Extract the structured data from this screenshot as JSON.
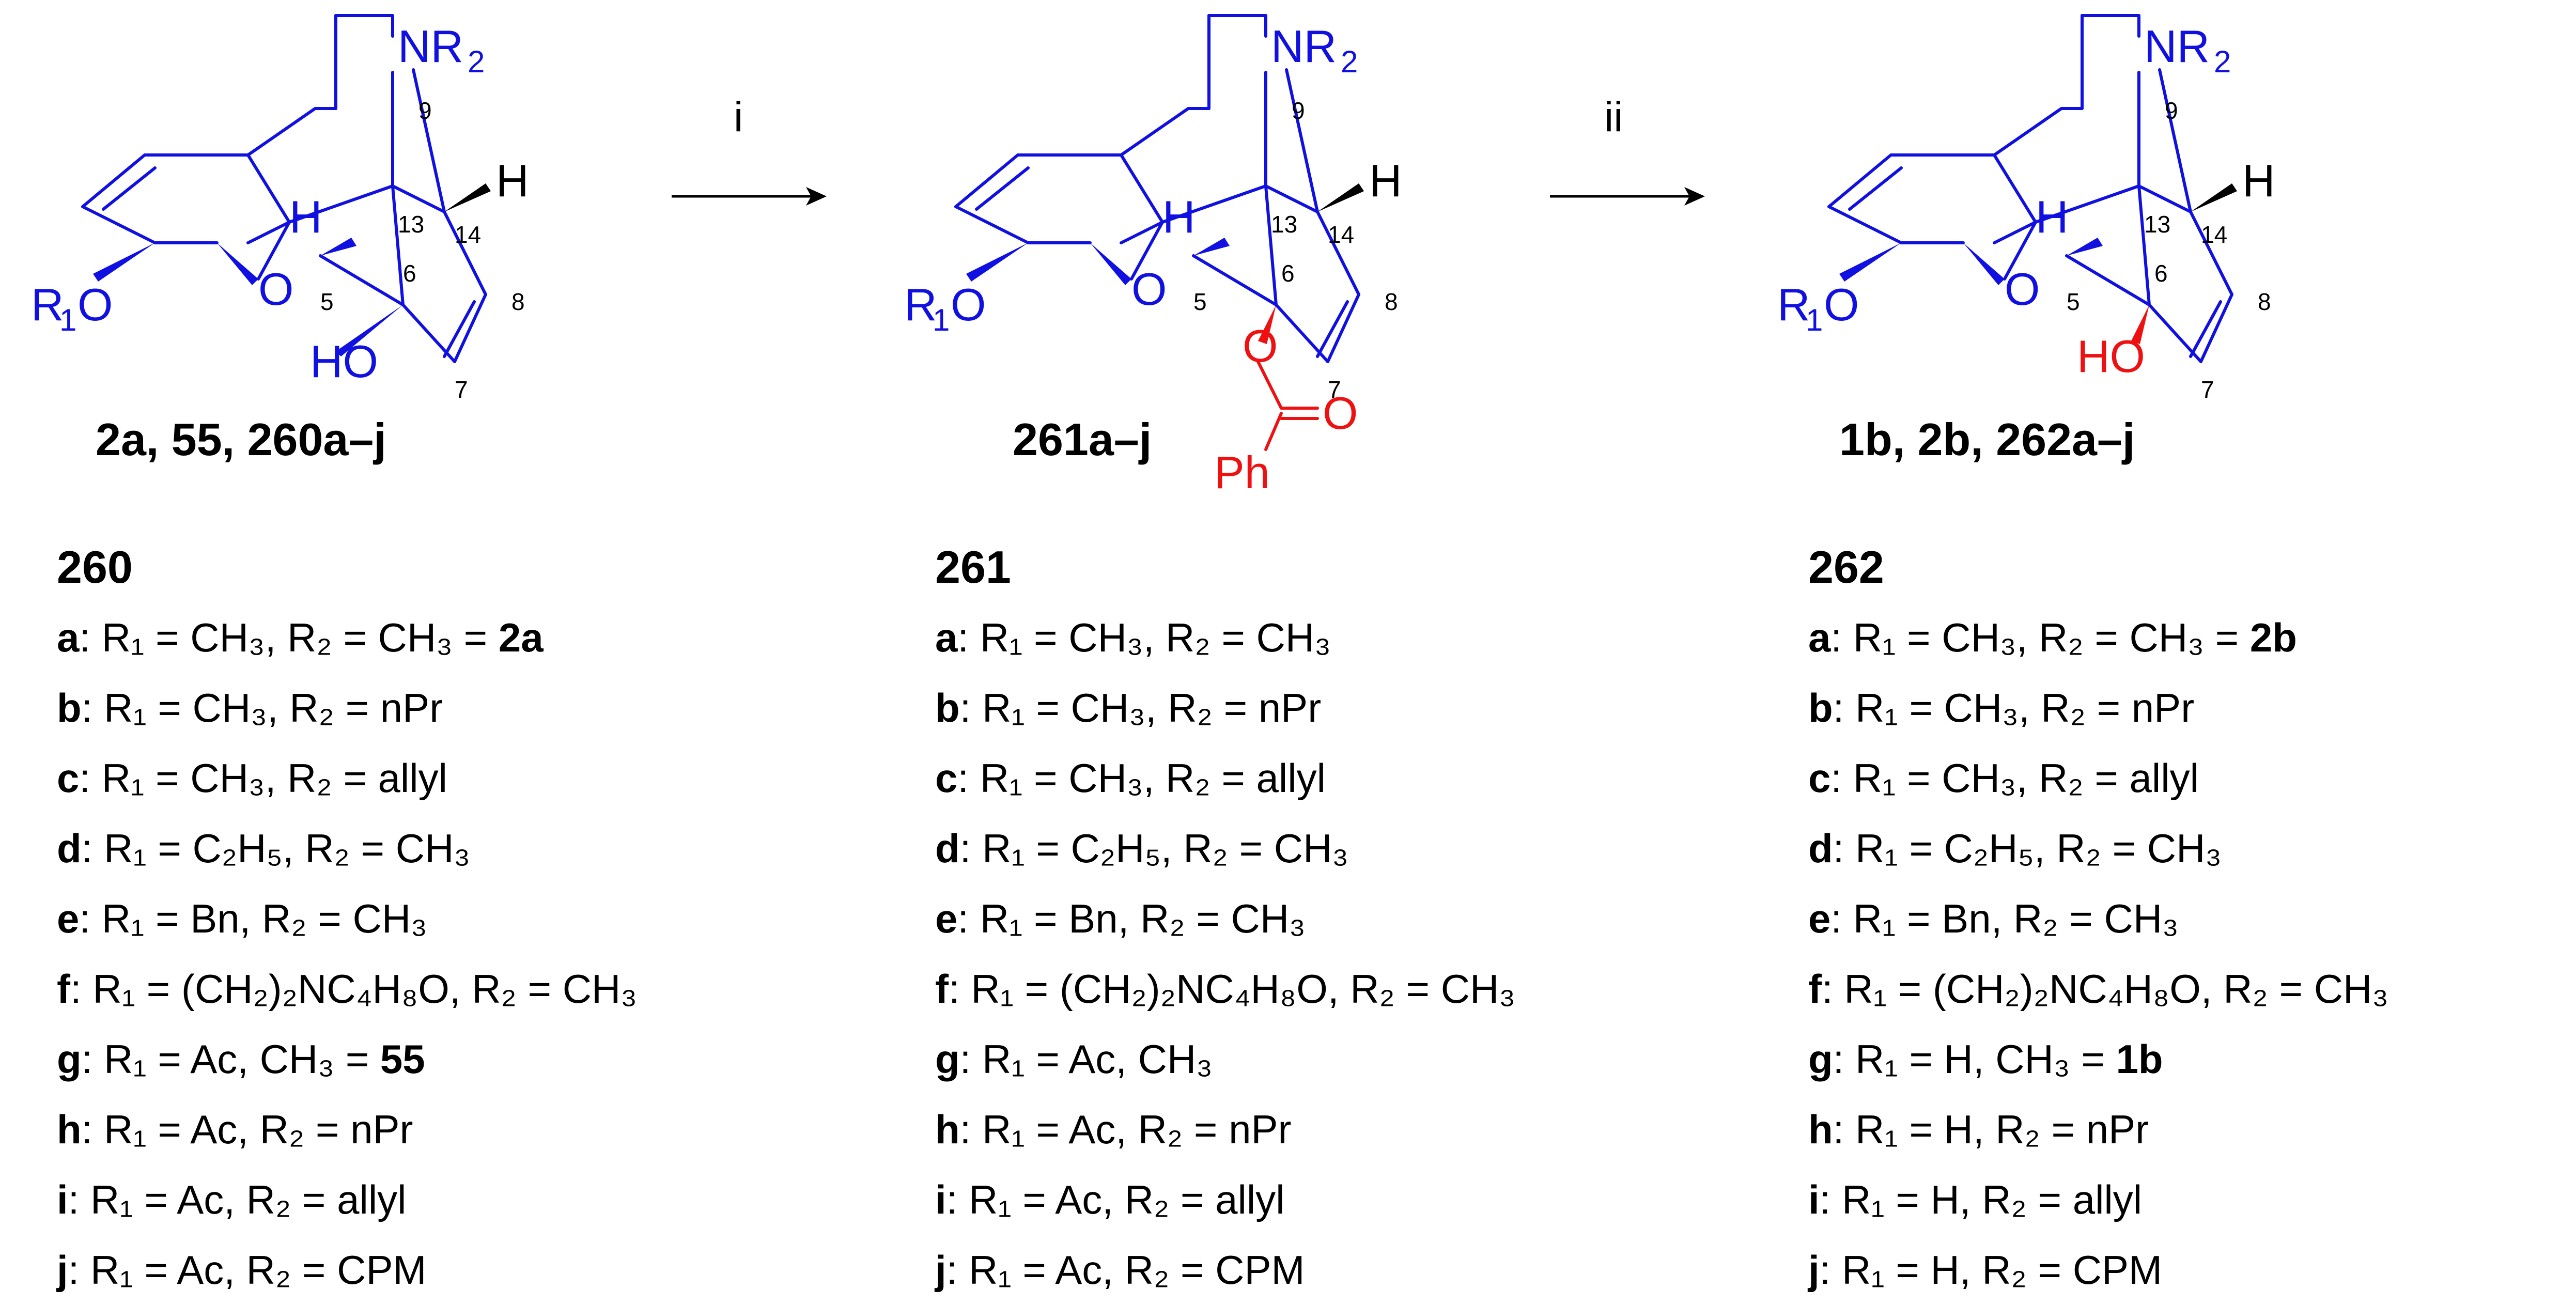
{
  "colors": {
    "core": "#1010e0",
    "highlight": "#ee1111",
    "text": "#000000"
  },
  "atoms": {
    "amine": "NR",
    "amine_sub": "2",
    "ring_o": "O",
    "ether_r": "R",
    "ether_r_sub": "1",
    "ether_o": "O",
    "h": "H",
    "h5": "H",
    "hydroxy": "HO",
    "hydroxy_r": "HO",
    "ester_o": "O",
    "carbonyl_o": "O",
    "phenyl": "Ph"
  },
  "locants": {
    "c9": "9",
    "c13": "13",
    "c14": "14",
    "c5": "5",
    "c6": "6",
    "c7": "7",
    "c8": "8"
  },
  "reaction": {
    "step1": "i",
    "step2": "ii"
  },
  "compounds": [
    {
      "label": "2a, 55, 260a–j"
    },
    {
      "label": "261a–j"
    },
    {
      "label": "1b, 2b, 262a–j"
    }
  ],
  "tables": [
    {
      "header": "260",
      "rows": [
        {
          "key": "a",
          "text": ": R₁ = CH₃, R₂ = CH₃ = ",
          "ref": "2a"
        },
        {
          "key": "b",
          "text": ": R₁ = CH₃, R₂ = nPr",
          "ref": ""
        },
        {
          "key": "c",
          "text": ": R₁ = CH₃, R₂ = allyl",
          "ref": ""
        },
        {
          "key": "d",
          "text": ": R₁ = C₂H₅, R₂ = CH₃",
          "ref": ""
        },
        {
          "key": "e",
          "text": ": R₁ = Bn, R₂ = CH₃",
          "ref": ""
        },
        {
          "key": "f",
          "text": ": R₁ = (CH₂)₂NC₄H₈O, R₂ = CH₃",
          "ref": ""
        },
        {
          "key": "g",
          "text": ": R₁ = Ac, CH₃ = ",
          "ref": "55"
        },
        {
          "key": "h",
          "text": ": R₁ = Ac, R₂ = nPr",
          "ref": ""
        },
        {
          "key": "i",
          "text": ": R₁ = Ac, R₂ = allyl",
          "ref": ""
        },
        {
          "key": "j",
          "text": ": R₁ = Ac, R₂ = CPM",
          "ref": ""
        }
      ]
    },
    {
      "header": "261",
      "rows": [
        {
          "key": "a",
          "text": ": R₁ = CH₃, R₂ = CH₃",
          "ref": ""
        },
        {
          "key": "b",
          "text": ": R₁ = CH₃, R₂ = nPr",
          "ref": ""
        },
        {
          "key": "c",
          "text": ": R₁ = CH₃, R₂ = allyl",
          "ref": ""
        },
        {
          "key": "d",
          "text": ": R₁ = C₂H₅, R₂ = CH₃",
          "ref": ""
        },
        {
          "key": "e",
          "text": ": R₁ = Bn, R₂ = CH₃",
          "ref": ""
        },
        {
          "key": "f",
          "text": ": R₁ = (CH₂)₂NC₄H₈O, R₂ = CH₃",
          "ref": ""
        },
        {
          "key": "g",
          "text": ": R₁ = Ac, CH₃",
          "ref": ""
        },
        {
          "key": "h",
          "text": ": R₁ = Ac, R₂ = nPr",
          "ref": ""
        },
        {
          "key": "i",
          "text": ": R₁ = Ac, R₂ = allyl",
          "ref": ""
        },
        {
          "key": "j",
          "text": ": R₁ = Ac, R₂ = CPM",
          "ref": ""
        }
      ]
    },
    {
      "header": "262",
      "rows": [
        {
          "key": "a",
          "text": ": R₁ = CH₃, R₂ = CH₃ = ",
          "ref": "2b"
        },
        {
          "key": "b",
          "text": ": R₁ = CH₃, R₂ = nPr",
          "ref": ""
        },
        {
          "key": "c",
          "text": ": R₁ = CH₃, R₂ = allyl",
          "ref": ""
        },
        {
          "key": "d",
          "text": ": R₁ = C₂H₅, R₂ = CH₃",
          "ref": ""
        },
        {
          "key": "e",
          "text": ": R₁ = Bn, R₂ = CH₃",
          "ref": ""
        },
        {
          "key": "f",
          "text": ": R₁ = (CH₂)₂NC₄H₈O, R₂ = CH₃",
          "ref": ""
        },
        {
          "key": "g",
          "text": ": R₁ = H, CH₃ = ",
          "ref": "1b"
        },
        {
          "key": "h",
          "text": ": R₁ = H, R₂ = nPr",
          "ref": ""
        },
        {
          "key": "i",
          "text": ": R₁ = H, R₂ = allyl",
          "ref": ""
        },
        {
          "key": "j",
          "text": ": R₁ = H, R₂ = CPM",
          "ref": ""
        }
      ]
    }
  ]
}
